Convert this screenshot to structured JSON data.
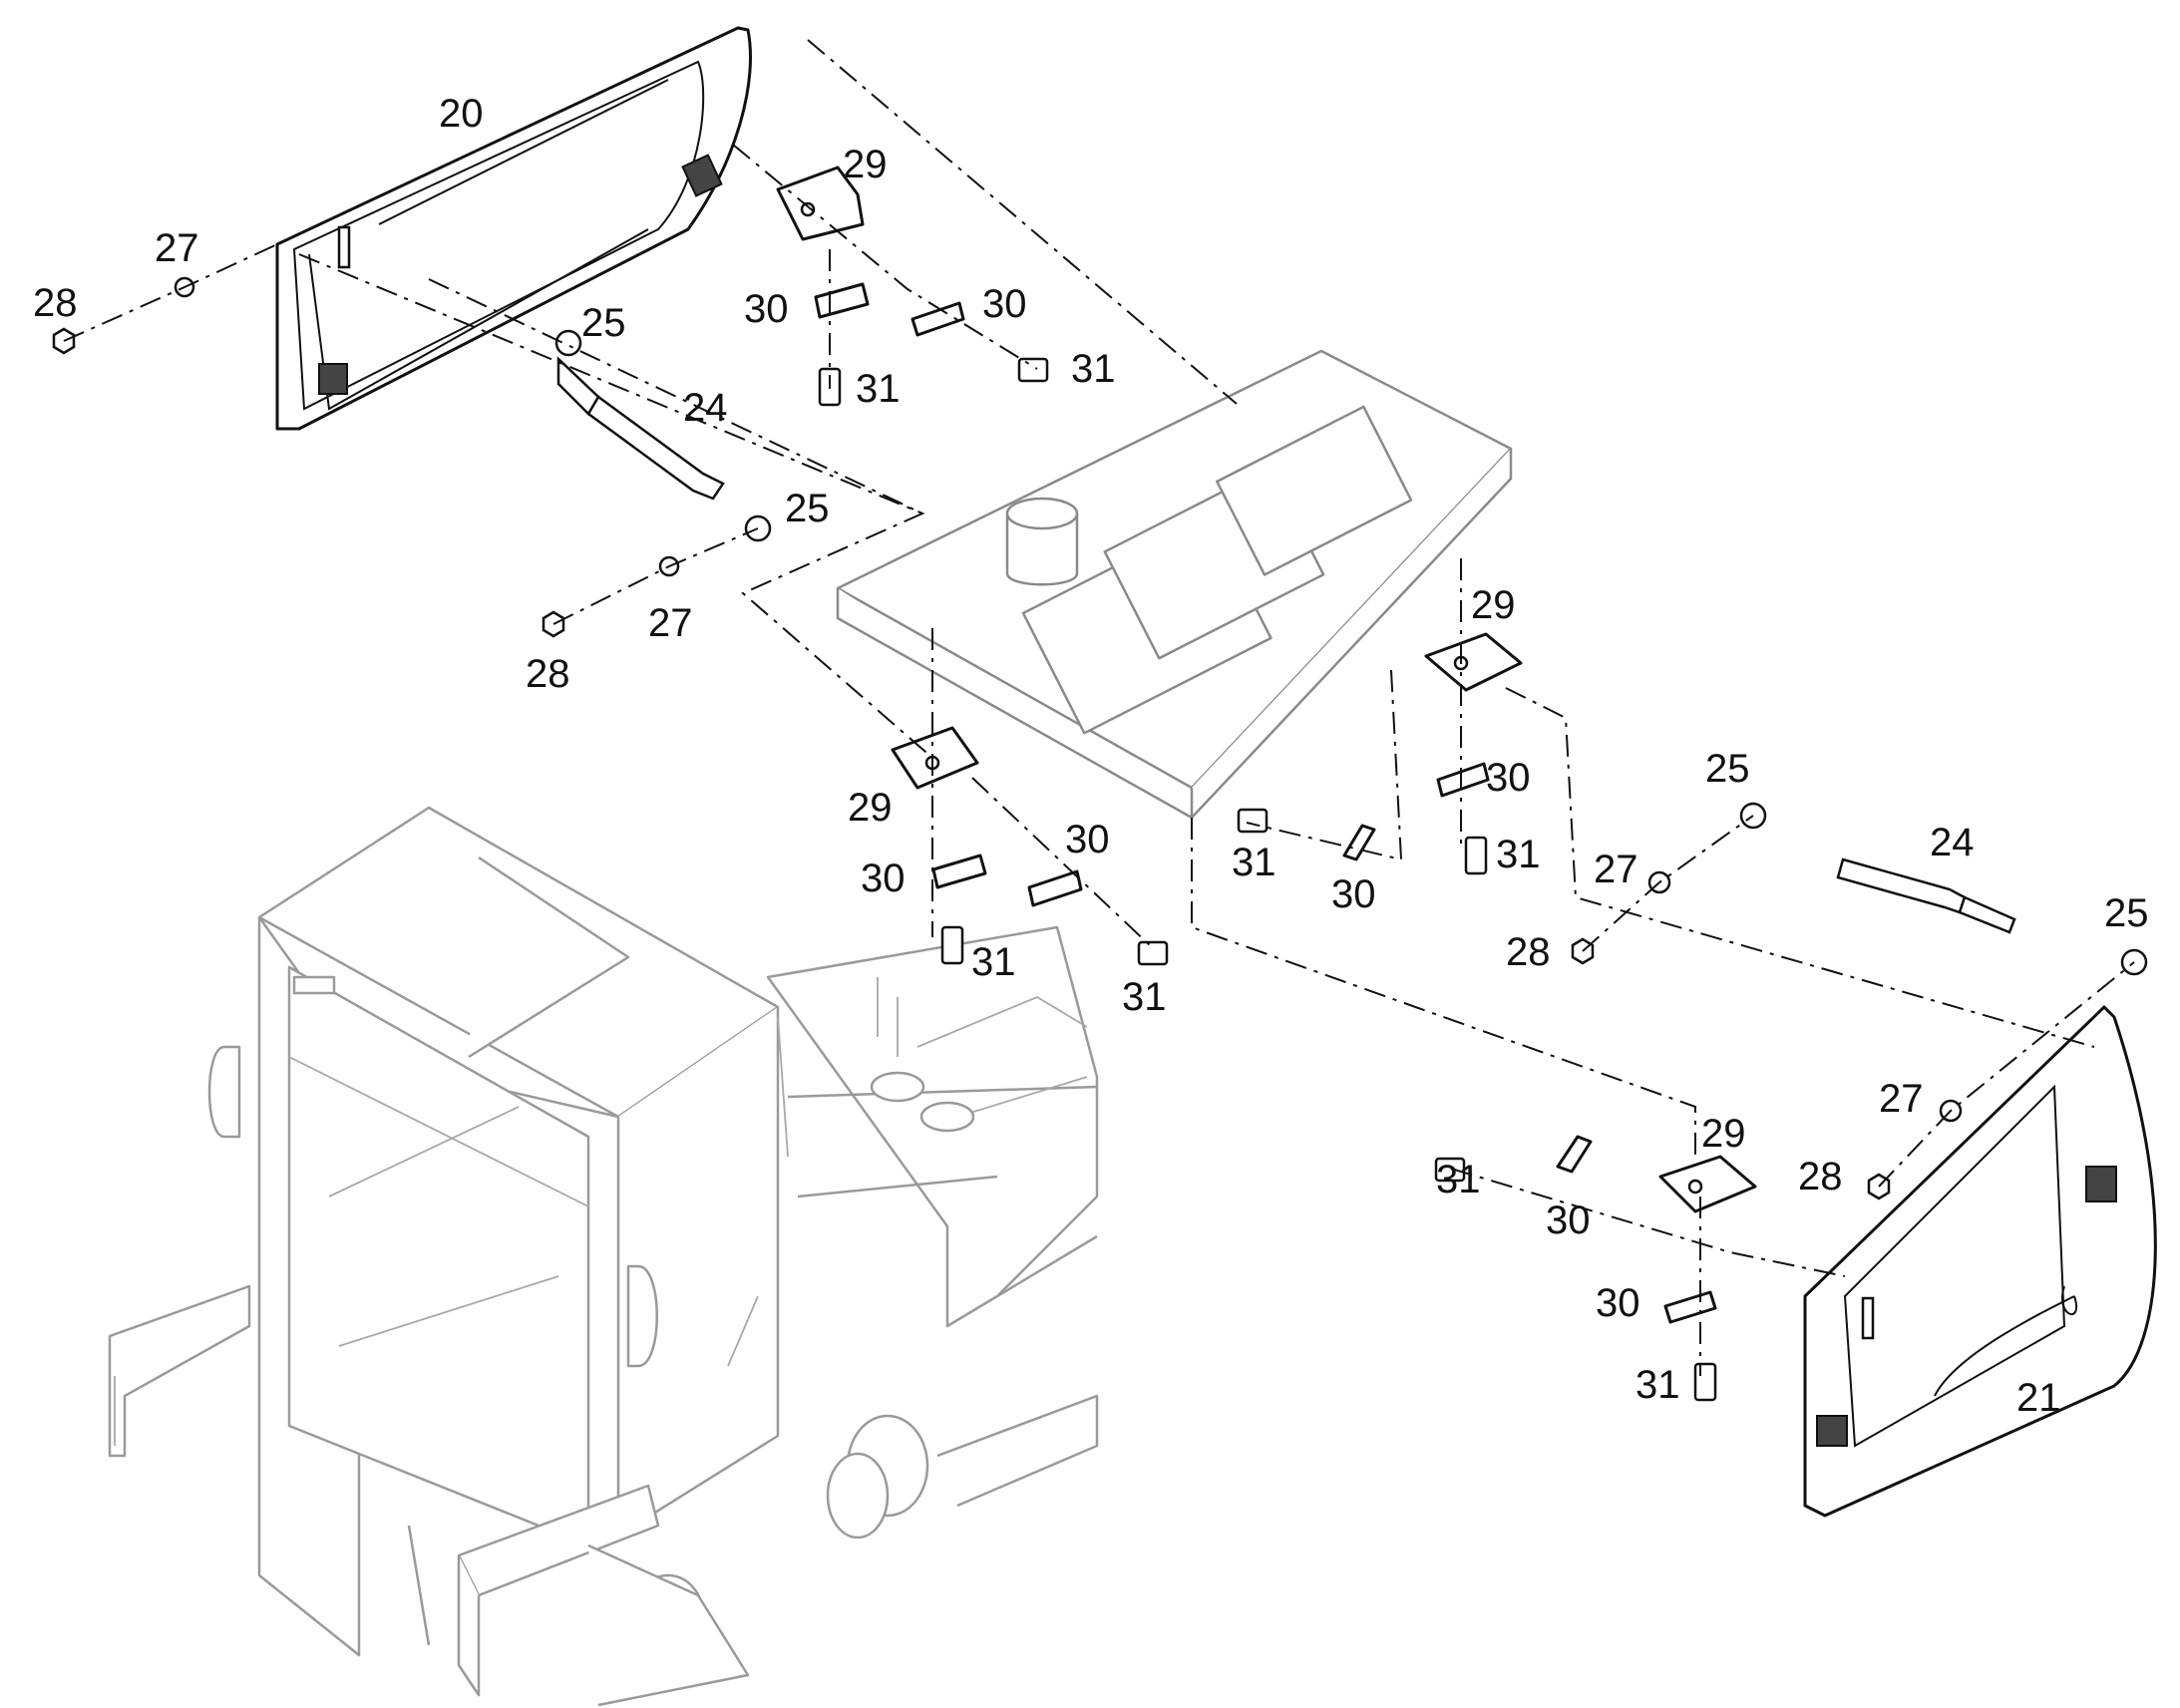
{
  "callouts": [
    {
      "id": "c20",
      "text": "20"
    },
    {
      "id": "c27a",
      "text": "27"
    },
    {
      "id": "c28a",
      "text": "28"
    },
    {
      "id": "c25a",
      "text": "25"
    },
    {
      "id": "c24a",
      "text": "24"
    },
    {
      "id": "c25b",
      "text": "25"
    },
    {
      "id": "c27b",
      "text": "27"
    },
    {
      "id": "c28b",
      "text": "28"
    },
    {
      "id": "c29a",
      "text": "29"
    },
    {
      "id": "c30a",
      "text": "30"
    },
    {
      "id": "c30b",
      "text": "30"
    },
    {
      "id": "c31a",
      "text": "31"
    },
    {
      "id": "c31b",
      "text": "31"
    },
    {
      "id": "c29b",
      "text": "29"
    },
    {
      "id": "c30c",
      "text": "30"
    },
    {
      "id": "c30d",
      "text": "30"
    },
    {
      "id": "c31c",
      "text": "31"
    },
    {
      "id": "c31d",
      "text": "31"
    },
    {
      "id": "c29c",
      "text": "29"
    },
    {
      "id": "c30e",
      "text": "30"
    },
    {
      "id": "c31e",
      "text": "31"
    },
    {
      "id": "c30f",
      "text": "30"
    },
    {
      "id": "c31f",
      "text": "31"
    },
    {
      "id": "c25c",
      "text": "25"
    },
    {
      "id": "c24b",
      "text": "24"
    },
    {
      "id": "c27c",
      "text": "27"
    },
    {
      "id": "c28c",
      "text": "28"
    },
    {
      "id": "c25d",
      "text": "25"
    },
    {
      "id": "c27d",
      "text": "27"
    },
    {
      "id": "c28d",
      "text": "28"
    },
    {
      "id": "c29d",
      "text": "29"
    },
    {
      "id": "c31g",
      "text": "31"
    },
    {
      "id": "c30g",
      "text": "30"
    },
    {
      "id": "c30h",
      "text": "30"
    },
    {
      "id": "c31h",
      "text": "31"
    },
    {
      "id": "c21",
      "text": "21"
    }
  ]
}
